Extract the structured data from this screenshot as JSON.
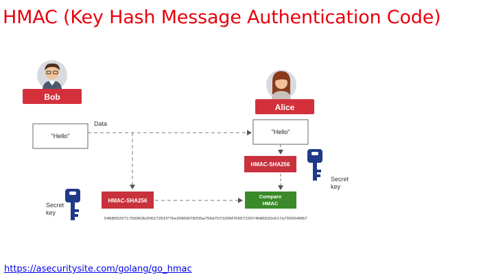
{
  "slide": {
    "title": "HMAC (Key Hash Message Authentication Code)",
    "link_text": "https://asecuritysite.com/golang/go_hmac"
  },
  "diagram": {
    "bob": {
      "name": "Bob",
      "avatar_icon": "man-avatar-icon"
    },
    "alice": {
      "name": "Alice",
      "avatar_icon": "woman-avatar-icon"
    },
    "bob_message": "\"Hello\"",
    "alice_message": "\"Hello\"",
    "data_label": "Data",
    "bob_hmac": "HMAC-SHA256",
    "alice_hmac": "HMAC-SHA256",
    "compare_line1": "Compare",
    "compare_line2": "HMAC",
    "bob_key_line1": "Secret",
    "bob_key_line2": "key",
    "alice_key_line1": "Secret",
    "alice_key_line2": "key",
    "hash_value": "5468652071756963b20627261f776e20666f78206a756d7073206f7665722074686520c617a7920646f67",
    "key_icon": "key-icon",
    "colors": {
      "title": "#e8000b",
      "name_box": "#d4303b",
      "hmac_box": "#c8323c",
      "compare_box": "#3a8a2a",
      "key": "#1f3a87",
      "link": "#0000ee"
    }
  }
}
